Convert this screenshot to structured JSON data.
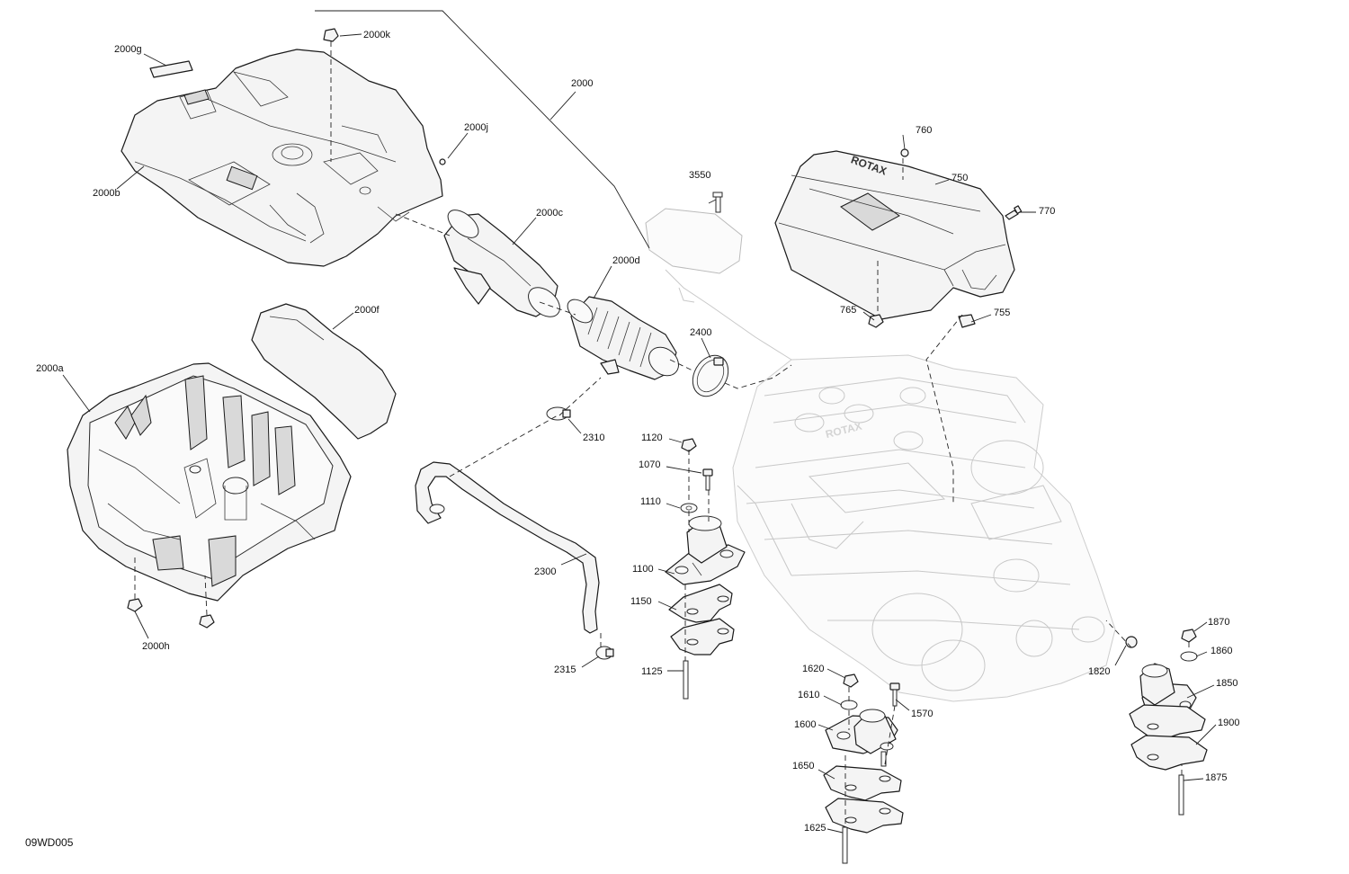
{
  "diagram": {
    "reference": "09WD005",
    "labels": [
      {
        "id": "2000",
        "text": "2000"
      },
      {
        "id": "2000a",
        "text": "2000a"
      },
      {
        "id": "2000b",
        "text": "2000b"
      },
      {
        "id": "2000c",
        "text": "2000c"
      },
      {
        "id": "2000d",
        "text": "2000d"
      },
      {
        "id": "2000f",
        "text": "2000f"
      },
      {
        "id": "2000g",
        "text": "2000g"
      },
      {
        "id": "2000h",
        "text": "2000h"
      },
      {
        "id": "2000j",
        "text": "2000j"
      },
      {
        "id": "2000k",
        "text": "2000k"
      },
      {
        "id": "3550",
        "text": "3550"
      },
      {
        "id": "760",
        "text": "760"
      },
      {
        "id": "750",
        "text": "750"
      },
      {
        "id": "770",
        "text": "770"
      },
      {
        "id": "765",
        "text": "765"
      },
      {
        "id": "755",
        "text": "755"
      },
      {
        "id": "2400",
        "text": "2400"
      },
      {
        "id": "2310",
        "text": "2310"
      },
      {
        "id": "2300",
        "text": "2300"
      },
      {
        "id": "2315",
        "text": "2315"
      },
      {
        "id": "1120",
        "text": "1120"
      },
      {
        "id": "1070",
        "text": "1070"
      },
      {
        "id": "1110",
        "text": "1110"
      },
      {
        "id": "1100",
        "text": "1100"
      },
      {
        "id": "1150",
        "text": "1150"
      },
      {
        "id": "1125",
        "text": "1125"
      },
      {
        "id": "1620",
        "text": "1620"
      },
      {
        "id": "1610",
        "text": "1610"
      },
      {
        "id": "1600",
        "text": "1600"
      },
      {
        "id": "1570",
        "text": "1570"
      },
      {
        "id": "1650",
        "text": "1650"
      },
      {
        "id": "1625",
        "text": "1625"
      },
      {
        "id": "1820",
        "text": "1820"
      },
      {
        "id": "1870",
        "text": "1870"
      },
      {
        "id": "1860",
        "text": "1860"
      },
      {
        "id": "1850",
        "text": "1850"
      },
      {
        "id": "1900",
        "text": "1900"
      },
      {
        "id": "1875",
        "text": "1875"
      }
    ],
    "engine_badge": "ROTAX",
    "cover_badge": "ROTAX"
  }
}
